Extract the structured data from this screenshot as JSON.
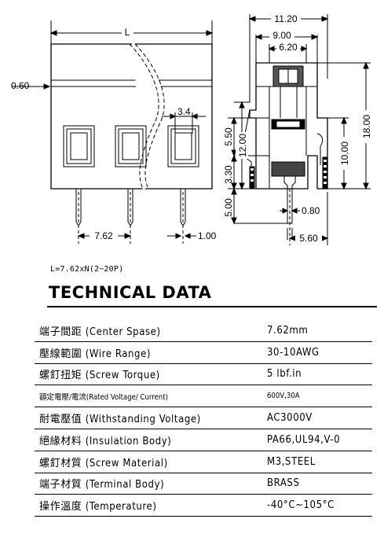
{
  "drawing": {
    "front_view": {
      "length_label": "L",
      "offset_label": "0.60",
      "pin_width_label": "3.4",
      "pitch_label": "7.62",
      "pin_gauge_label": "1.00"
    },
    "side_view": {
      "overall_width_label": "11.20",
      "body_width_label": "9.00",
      "top_width_label": "6.20",
      "window_height_label": "5.50",
      "upper_height_label": "12.00",
      "lower_height_label": "3.30",
      "pin_length_label": "5.00",
      "pin_diameter_label": "0.80",
      "pin_offset_label": "5.60",
      "inner_height_label": "10.00",
      "overall_height_label": "18.00"
    }
  },
  "formula": "L=7.62xN(2~20P)",
  "section_title": "TECHNICAL DATA",
  "specs": [
    {
      "label": "端子間距 (Center Spase)",
      "value": "7.62mm"
    },
    {
      "label": "壓線範圍 (Wire Range)",
      "value": "30-10AWG"
    },
    {
      "label": "螺釘扭矩 (Screw Torque)",
      "value": "5 lbf.in"
    },
    {
      "label": "額定電壓/電流(Rated Voltage/ Current)",
      "value": "600V,30A"
    },
    {
      "label": "耐電壓值 (Withstanding Voltage)",
      "value": "AC3000V"
    },
    {
      "label": "絕緣材料 (Insulation Body)",
      "value": "PA66,UL94,V-0"
    },
    {
      "label": "螺釘材質 (Screw Material)",
      "value": "M3,STEEL"
    },
    {
      "label": "端子材質 (Terminal Body)",
      "value": "BRASS"
    },
    {
      "label": "操作溫度 (Temperature)",
      "value": "-40°C~105°C"
    }
  ]
}
